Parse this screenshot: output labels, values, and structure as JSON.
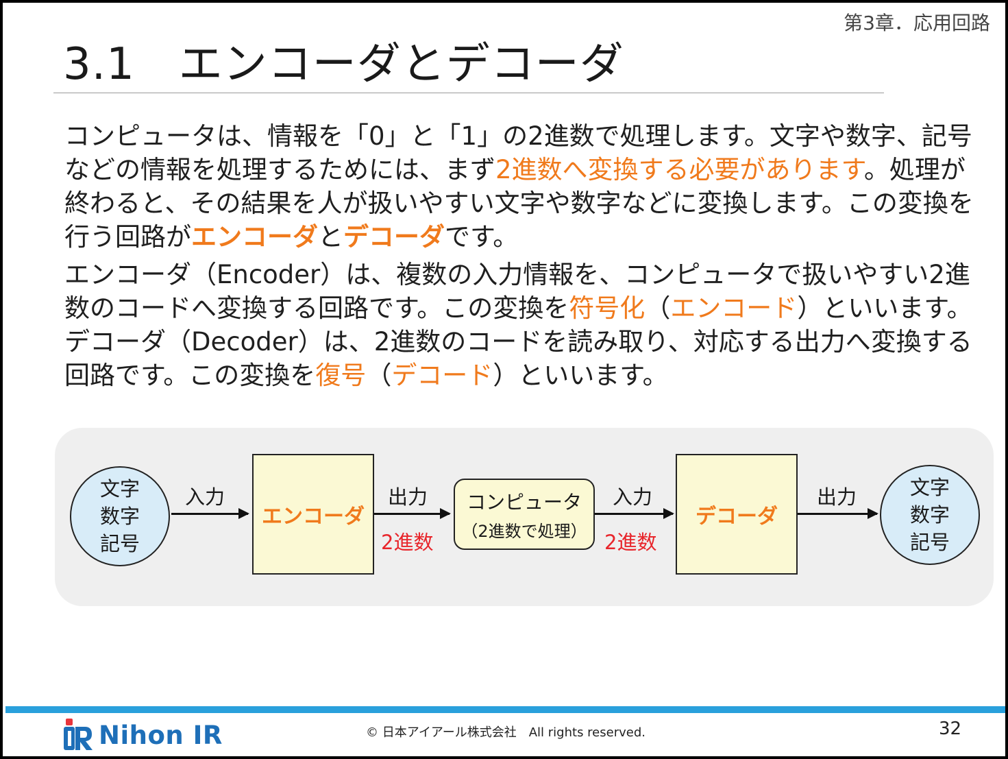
{
  "header": {
    "chapter": "第3章．応用回路",
    "title_number": "3.1",
    "title_text": "エンコーダとデコーダ"
  },
  "body": {
    "p1": [
      {
        "text": "コンピュータは、情報を「0」と「1」の2進数で処理します。文字や数字、記号などの情報を処理するためには、まず",
        "style": "normal"
      },
      {
        "text": "2進数へ変換する必要があります",
        "style": "hl"
      },
      {
        "text": "。処理が終わると、その結果を人が扱いやすい文字や数字などに変換します。この変換を行う回路が",
        "style": "normal"
      },
      {
        "text": "エンコーダ",
        "style": "hlb"
      },
      {
        "text": "と",
        "style": "normal"
      },
      {
        "text": "デコーダ",
        "style": "hlb"
      },
      {
        "text": "です。",
        "style": "normal"
      }
    ],
    "p2": [
      {
        "text": "エンコーダ（Encoder）は、複数の入力情報を、コンピュータで扱いやすい2進数のコードへ変換する回路です。この変換を",
        "style": "normal"
      },
      {
        "text": "符号化",
        "style": "hl"
      },
      {
        "text": "（",
        "style": "normal"
      },
      {
        "text": "エンコード",
        "style": "hl"
      },
      {
        "text": "）といいます。デコーダ（Decoder）は、2進数のコードを読み取り、対応する出力へ変換する回路です。この変換を",
        "style": "normal"
      },
      {
        "text": "復号",
        "style": "hl"
      },
      {
        "text": "（",
        "style": "normal"
      },
      {
        "text": "デコード",
        "style": "hl"
      },
      {
        "text": "）といいます。",
        "style": "normal"
      }
    ]
  },
  "diagram": {
    "input_node": "文字\n数字\n記号",
    "input_label": "入力",
    "encoder": "エンコーダ",
    "encoder_output_label": "出力",
    "binary_label_1": "2進数",
    "computer_main": "コンピュータ",
    "computer_sub": "（2進数で処理）",
    "computer_output_label": "入力",
    "binary_label_2": "2進数",
    "decoder": "デコーダ",
    "decoder_output_label": "出力",
    "output_node": "文字\n数字\n記号"
  },
  "footer": {
    "brand": "Nihon IR",
    "copyright": "© 日本アイアール株式会社　All rights reserved.",
    "page_number": "32"
  },
  "colors": {
    "highlight": "#f07a1c",
    "binary_red": "#e8252b",
    "footer_bar": "#2aa0dc",
    "brand_blue": "#1e6fb8",
    "circle_fill": "#d8ecf8",
    "box_fill": "#fbf9d4"
  }
}
